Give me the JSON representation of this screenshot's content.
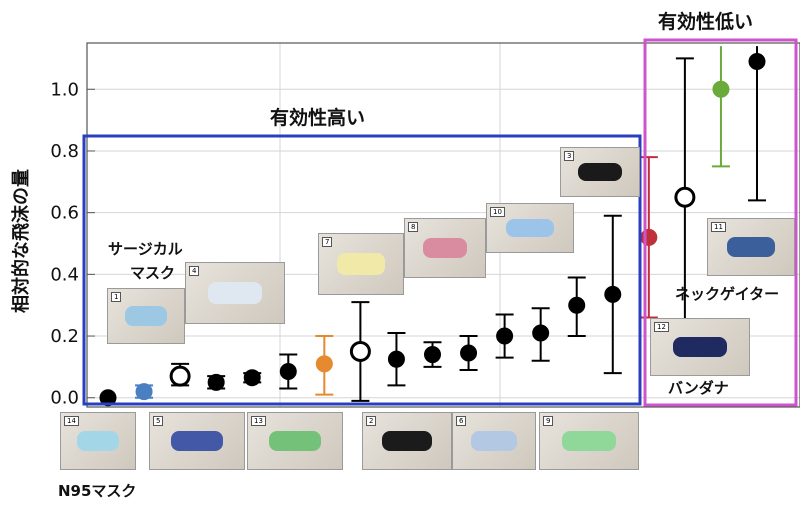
{
  "labels": {
    "ylabel": "相対的な飛沫の量",
    "high_effect": "有効性高い",
    "low_effect": "有効性低い",
    "surgical_line1": "サージカル",
    "surgical_line2": "マスク",
    "neck_gaiter": "ネックゲイター",
    "bandana": "バンダナ",
    "n95": "N95マスク"
  },
  "colors": {
    "high_box": "#2a3fbf",
    "low_box": "#cc55cc",
    "blue": "#4a7fc1",
    "orange": "#e58a2e",
    "red": "#c0303a",
    "green": "#6aaa3a",
    "black": "#000000"
  },
  "photo_numbers": [
    "1",
    "2",
    "3",
    "4",
    "5",
    "6",
    "7",
    "8",
    "9",
    "10",
    "11",
    "12",
    "13",
    "14"
  ],
  "chart_data": {
    "type": "scatter",
    "y_ticks": [
      "0.0",
      "0.2",
      "0.4",
      "0.6",
      "0.8",
      "1.0"
    ],
    "ylim": [
      -0.03,
      1.15
    ],
    "grid": true,
    "series": [
      {
        "value": 0.0,
        "err_low": 0.0,
        "err_high": 0.0,
        "color": "black",
        "style": "filled"
      },
      {
        "value": 0.02,
        "err_low": 0.0,
        "err_high": 0.04,
        "color": "blue",
        "style": "filled"
      },
      {
        "value": 0.07,
        "err_low": 0.04,
        "err_high": 0.11,
        "color": "black",
        "style": "open"
      },
      {
        "value": 0.05,
        "err_low": 0.03,
        "err_high": 0.07,
        "color": "black",
        "style": "filled"
      },
      {
        "value": 0.065,
        "err_low": 0.05,
        "err_high": 0.08,
        "color": "black",
        "style": "filled"
      },
      {
        "value": 0.085,
        "err_low": 0.03,
        "err_high": 0.14,
        "color": "black",
        "style": "filled"
      },
      {
        "value": 0.11,
        "err_low": 0.01,
        "err_high": 0.2,
        "color": "orange",
        "style": "filled"
      },
      {
        "value": 0.15,
        "err_low": -0.01,
        "err_high": 0.31,
        "color": "black",
        "style": "open"
      },
      {
        "value": 0.125,
        "err_low": 0.04,
        "err_high": 0.21,
        "color": "black",
        "style": "filled"
      },
      {
        "value": 0.14,
        "err_low": 0.1,
        "err_high": 0.18,
        "color": "black",
        "style": "filled"
      },
      {
        "value": 0.145,
        "err_low": 0.09,
        "err_high": 0.2,
        "color": "black",
        "style": "filled"
      },
      {
        "value": 0.2,
        "err_low": 0.13,
        "err_high": 0.27,
        "color": "black",
        "style": "filled"
      },
      {
        "value": 0.21,
        "err_low": 0.12,
        "err_high": 0.29,
        "color": "black",
        "style": "filled"
      },
      {
        "value": 0.3,
        "err_low": 0.2,
        "err_high": 0.39,
        "color": "black",
        "style": "filled"
      },
      {
        "value": 0.335,
        "err_low": 0.08,
        "err_high": 0.59,
        "color": "black",
        "style": "filled"
      },
      {
        "value": 0.52,
        "err_low": 0.26,
        "err_high": 0.78,
        "color": "red",
        "style": "filled"
      },
      {
        "value": 0.65,
        "err_low": 0.24,
        "err_high": 1.1,
        "color": "black",
        "style": "open"
      },
      {
        "value": 1.0,
        "err_low": 0.75,
        "err_high": 1.25,
        "color": "green",
        "style": "filled"
      },
      {
        "value": 1.09,
        "err_low": 0.64,
        "err_high": 1.54,
        "color": "black",
        "style": "filled"
      }
    ]
  }
}
